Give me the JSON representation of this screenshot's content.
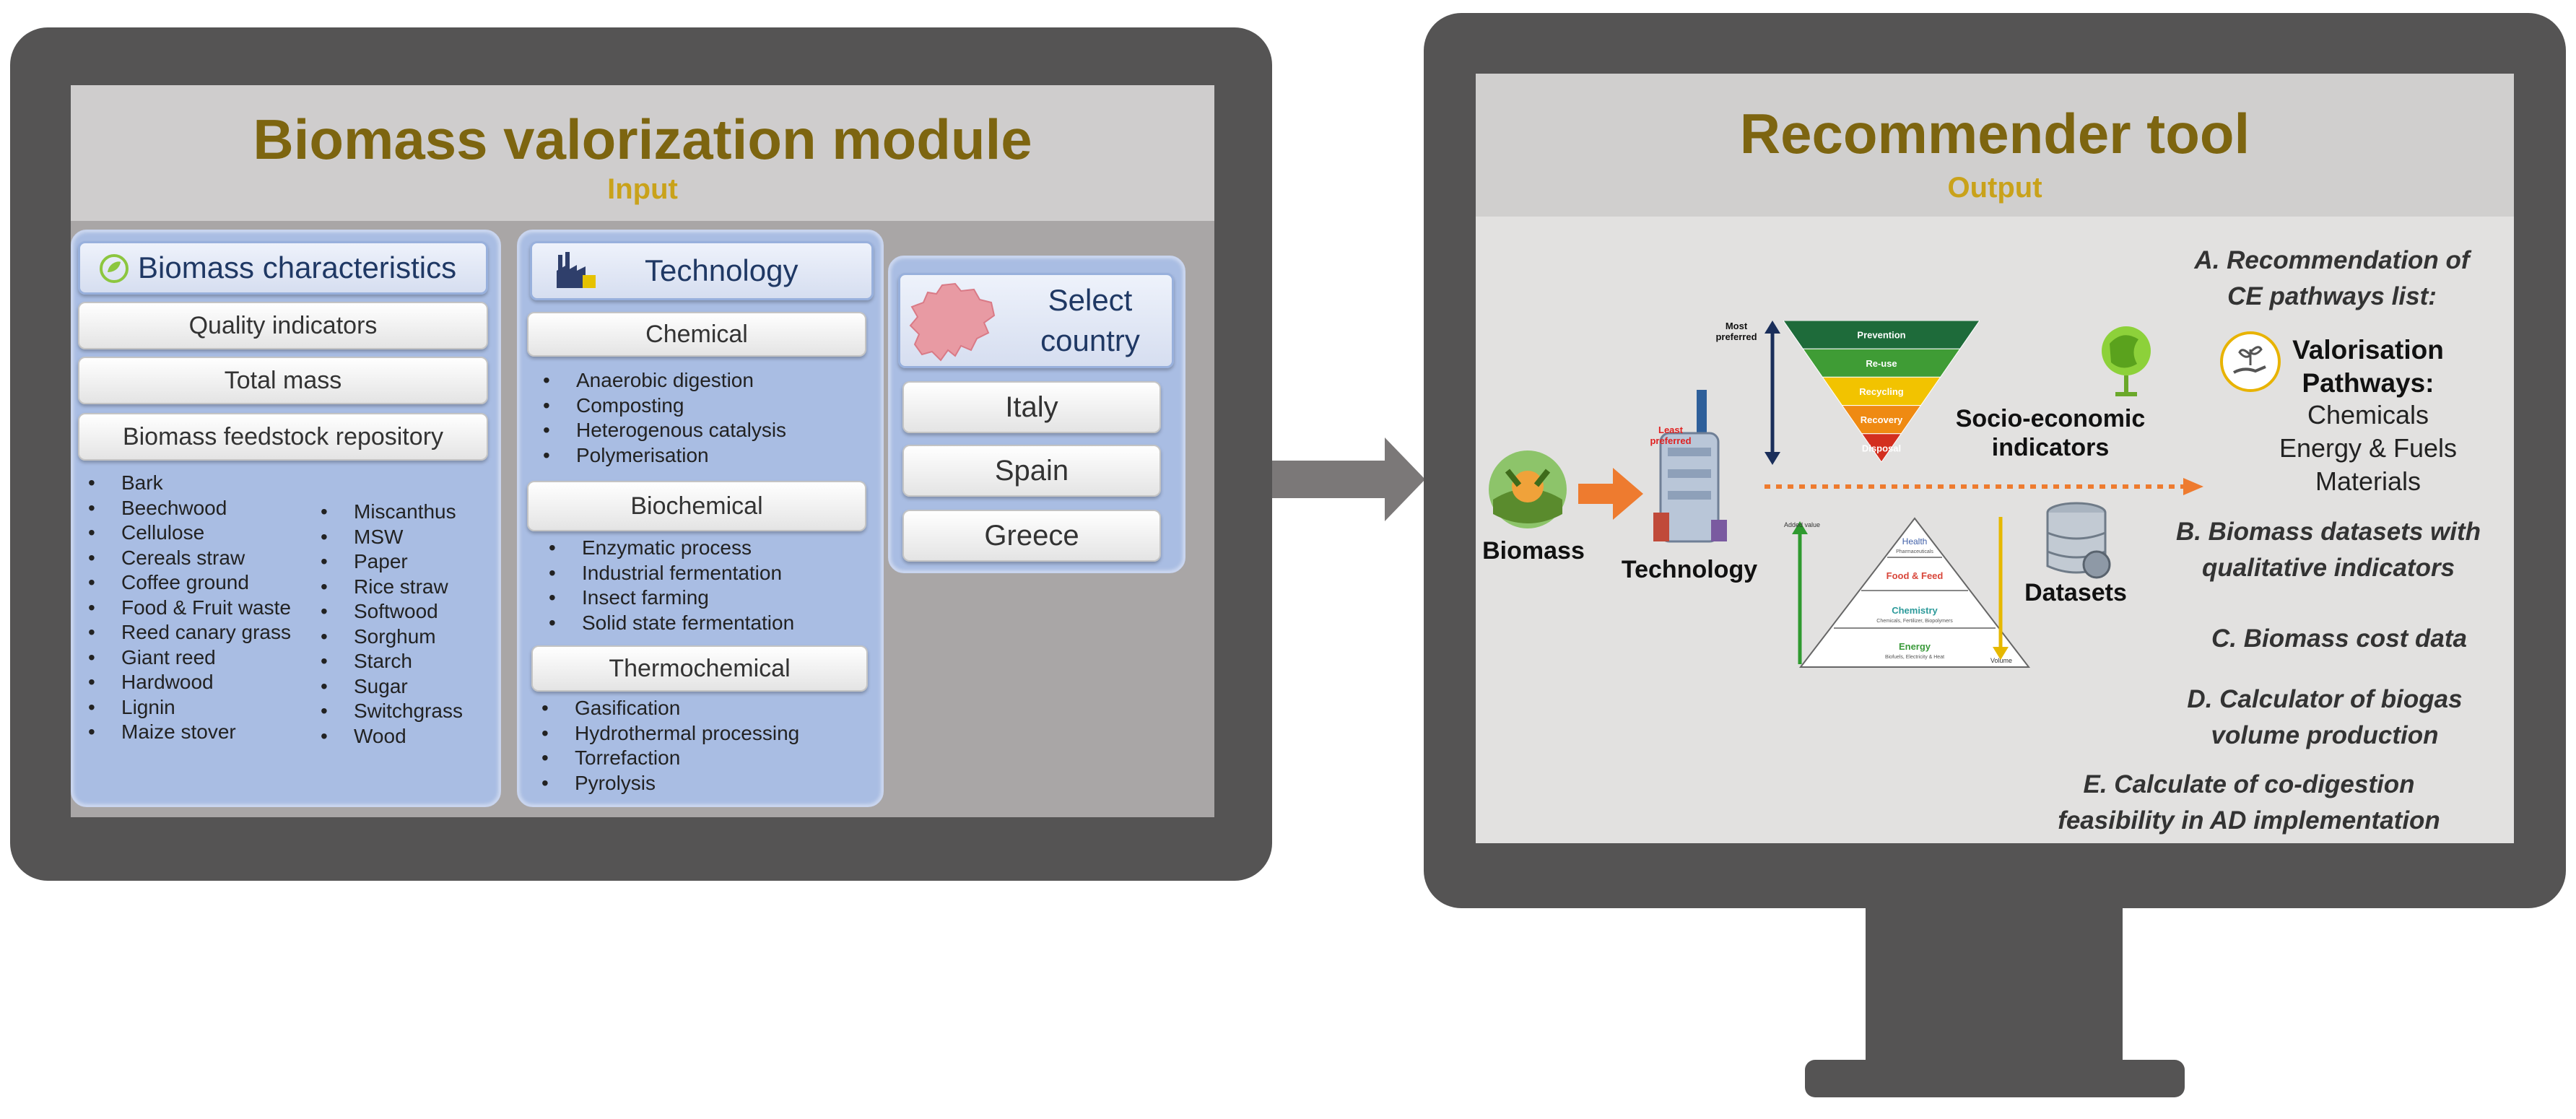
{
  "input_module": {
    "title": "Biomass valorization module",
    "subtitle": "Input",
    "biomass": {
      "header": "Biomass characteristics",
      "header_icon": "biomass-leaf-icon",
      "buttons": [
        "Quality indicators",
        "Total mass",
        "Biomass feedstock repository"
      ],
      "feedstock_col1": [
        "Bark",
        "Beechwood",
        "Cellulose",
        "Cereals straw",
        "Coffee ground",
        "Food & Fruit waste",
        "Reed canary grass",
        "Giant reed",
        "Hardwood",
        "Lignin",
        "Maize stover"
      ],
      "feedstock_col2": [
        "Miscanthus",
        "MSW",
        "Paper",
        "Rice straw",
        "Softwood",
        "Sorghum",
        "Starch",
        "Sugar",
        "Switchgrass",
        "Wood"
      ]
    },
    "technology": {
      "header": "Technology",
      "header_icon": "factory-icon",
      "groups": [
        {
          "label": "Chemical",
          "items": [
            "Anaerobic digestion",
            "Composting",
            "Heterogenous catalysis",
            "Polymerisation"
          ]
        },
        {
          "label": "Biochemical",
          "items": [
            "Enzymatic process",
            "Industrial fermentation",
            "Insect farming",
            "Solid state fermentation"
          ]
        },
        {
          "label": "Thermochemical",
          "items": [
            "Gasification",
            "Hydrothermal processing",
            "Torrefaction",
            "Pyrolysis"
          ]
        }
      ]
    },
    "country": {
      "header": "Select country",
      "header_icon": "europe-map-icon",
      "options": [
        "Italy",
        "Spain",
        "Greece"
      ]
    }
  },
  "output_module": {
    "title": "Recommender tool",
    "subtitle": "Output",
    "diagram": {
      "biomass_label": "Biomass",
      "technology_label": "Technology",
      "datasets_label": "Datasets",
      "socio_label": "Socio-economic indicators",
      "most_preferred": "Most preferred",
      "least_preferred": "Least preferred",
      "waste_hierarchy": [
        "Prevention",
        "Re-use",
        "Recycling",
        "Recovery",
        "Disposal"
      ],
      "waste_colors": [
        "#1e6b3a",
        "#3f9c35",
        "#f2c300",
        "#ef8a12",
        "#d32f1f"
      ],
      "value_pyramid": [
        {
          "title": "Health",
          "sub": "Pharmaceuticals"
        },
        {
          "title": "Food & Feed",
          "sub": ""
        },
        {
          "title": "Chemistry",
          "sub": "Chemicals, Fertilizer, Biopolymers"
        },
        {
          "title": "Energy",
          "sub": "Biofuels, Electricity & Heat"
        }
      ],
      "added_value": "Added value",
      "volume": "Volume"
    },
    "results": {
      "a_title": "A. Recommendation of CE pathways list:",
      "pathways_title": "Valorisation Pathways:",
      "pathways_icon": "hand-plant-icon",
      "pathways": [
        "Chemicals",
        "Energy & Fuels",
        "Materials"
      ],
      "b": "B. Biomass datasets with qualitative indicators",
      "c": "C. Biomass cost data",
      "d": "D. Calculator of biogas volume production",
      "e": "E. Calculate of co-digestion feasibility in AD implementation"
    },
    "colors": {
      "title": "#7d6510",
      "subtitle": "#c9a21a",
      "arrow": "#ee7b2f"
    }
  }
}
